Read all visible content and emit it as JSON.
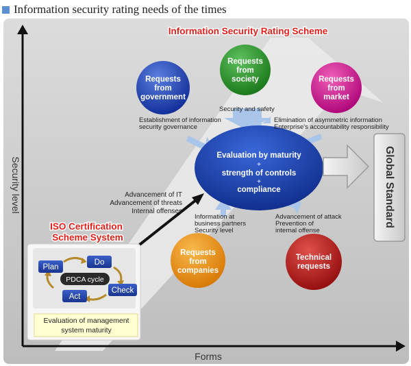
{
  "header": {
    "title": "Information security rating needs of the times"
  },
  "scheme_title": "Information Security Rating Scheme",
  "axes": {
    "y_label": "Security level",
    "x_label": "Forms"
  },
  "circles": {
    "government": [
      "Requests",
      "from",
      "government"
    ],
    "society": [
      "Requests",
      "from",
      "society"
    ],
    "market": [
      "Requests",
      "from",
      "market"
    ],
    "companies": [
      "Requests",
      "from",
      "companies"
    ],
    "technical": [
      "Technical",
      "requests"
    ]
  },
  "center": {
    "line1": "Evaluation by maturity",
    "plus1": "+",
    "line2": "strength of controls",
    "plus2": "+",
    "line3": "compliance"
  },
  "labels": {
    "society": "Security and safety",
    "government": [
      "Establishment of information",
      "security governance"
    ],
    "market": [
      "Elimination of asymmetric information",
      "Enterprise's accountability responsibility"
    ],
    "iso_arrow": [
      "Advancement of IT",
      "Advancement of threats",
      "Internal offenses"
    ],
    "companies": [
      "Information at",
      "business partners",
      "Security level"
    ],
    "technical": [
      "Advancement of attack",
      "Prevention of",
      "internal offense"
    ]
  },
  "global_standard": "Global Standard",
  "iso": {
    "title": [
      "ISO Certification",
      "Scheme System"
    ],
    "cycle_center": "PDCA cycle",
    "plan": "Plan",
    "do": "Do",
    "check": "Check",
    "act": "Act",
    "footer": [
      "Evaluation of management",
      "system maturity"
    ]
  },
  "colors": {
    "government": "#1f3fb0",
    "society": "#2a8a2a",
    "market": "#c8108a",
    "companies": "#e58a10",
    "technical": "#a81818",
    "center": "#1a3a9c",
    "scheme_title": "#e0201a"
  }
}
